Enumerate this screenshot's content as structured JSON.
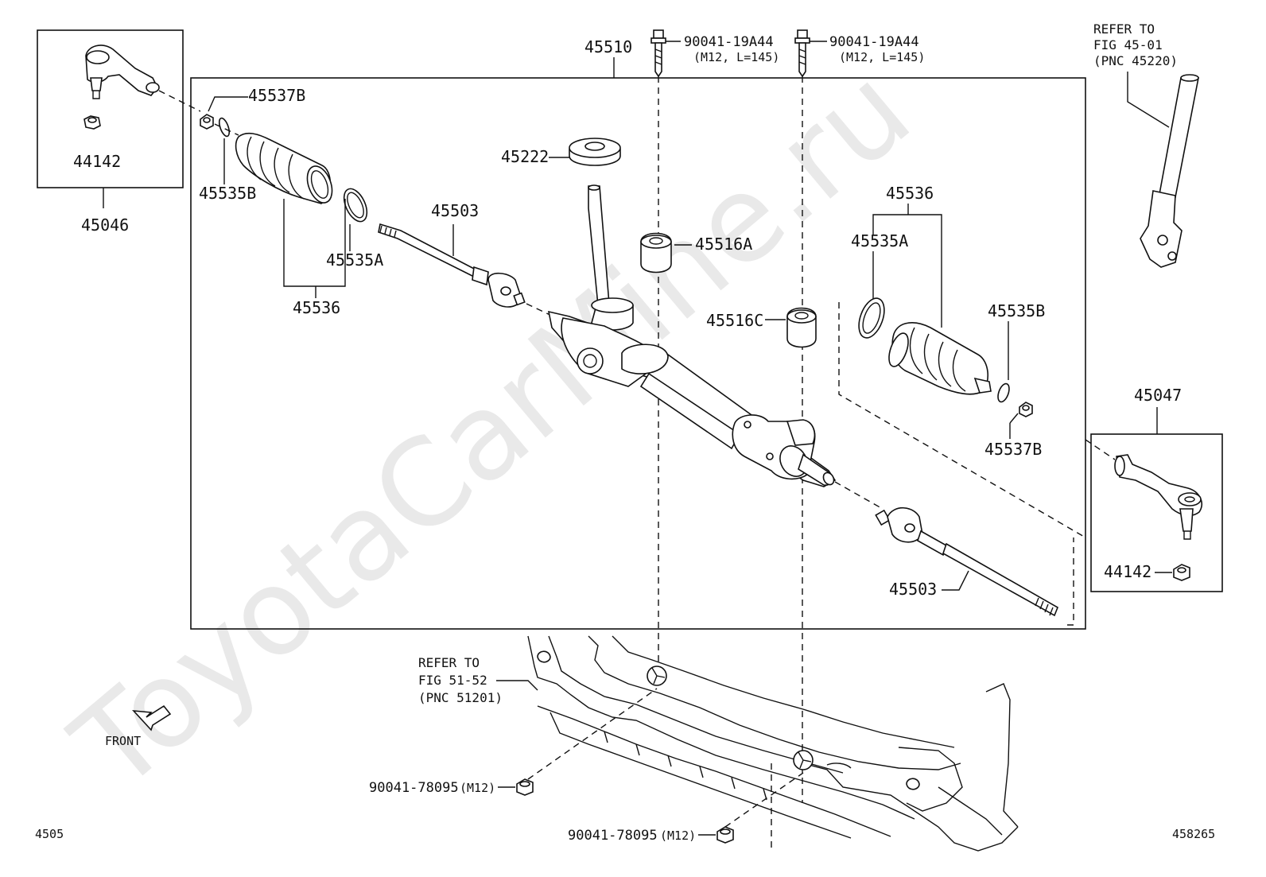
{
  "watermark": "ToyotaCarMine.ru",
  "labels": {
    "assembly": "45510",
    "bolt_left_pn": "90041-19A44",
    "bolt_left_spec": "(M12, L=145)",
    "bolt_right_pn": "90041-19A44",
    "bolt_right_spec": "(M12, L=145)",
    "refer_steering": [
      "REFER TO",
      "FIG 45-01",
      "(PNC 45220)"
    ],
    "left_nut_top": "45537B",
    "left_clamp_b": "45535B",
    "left_clamp_a": "45535A",
    "left_boot_kit": "45536",
    "left_inner_end": "45503",
    "pinion_seal": "45222",
    "bushing_a": "45516A",
    "bushing_c": "45516C",
    "right_boot_kit": "45536",
    "right_clamp_a": "45535A",
    "right_clamp_b": "45535B",
    "right_nut": "45537B",
    "right_inner_end": "45503",
    "left_tie_rod_end": "45046",
    "left_tie_rod_nut": "44142",
    "right_tie_rod_end": "45047",
    "right_tie_rod_nut": "44142",
    "refer_crossmember": [
      "REFER TO",
      "FIG 51-52",
      "(PNC 51201)"
    ],
    "front": "FRONT",
    "nut_left_pn": "90041-78095",
    "nut_left_spec": "(M12)",
    "nut_right_pn": "90041-78095",
    "nut_right_spec": "(M12)",
    "page_code": "4505",
    "figure_code": "458265"
  }
}
